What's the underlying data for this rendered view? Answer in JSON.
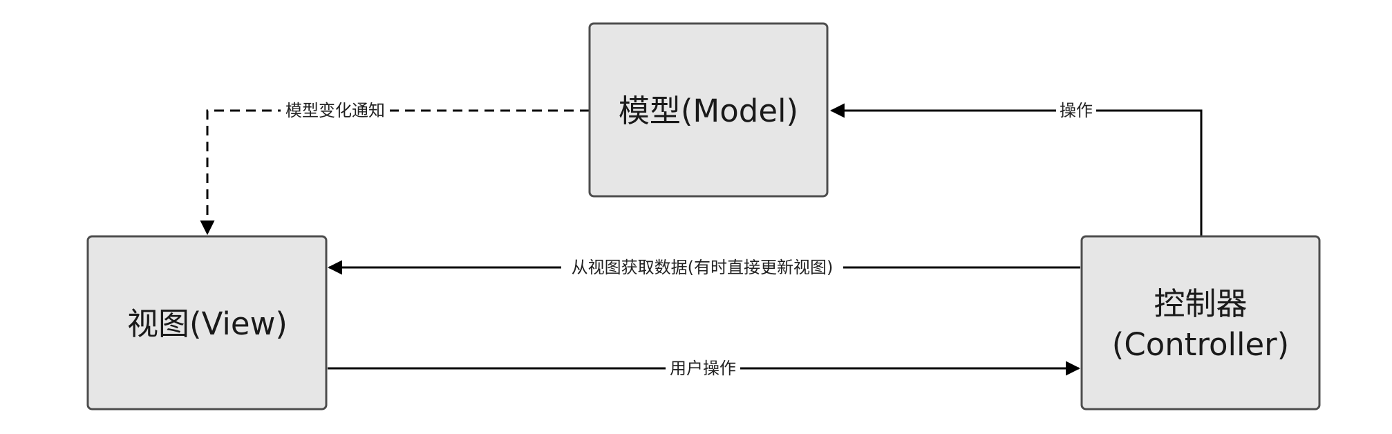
{
  "diagram": {
    "nodes": {
      "model": {
        "label": "模型(Model)"
      },
      "view": {
        "label": "视图(View)"
      },
      "controller": {
        "label_line1": "控制器",
        "label_line2": "(Controller)"
      }
    },
    "edges": {
      "model_to_view": {
        "label": "模型变化通知",
        "style": "dashed"
      },
      "controller_to_model": {
        "label": "操作",
        "style": "solid"
      },
      "controller_to_view": {
        "label": "从视图获取数据(有时直接更新视图)",
        "style": "solid"
      },
      "view_to_controller": {
        "label": "用户操作",
        "style": "solid"
      }
    },
    "colors": {
      "node_fill": "#e6e6e6",
      "node_stroke": "#4d4d4d",
      "edge_stroke": "#000000"
    }
  }
}
